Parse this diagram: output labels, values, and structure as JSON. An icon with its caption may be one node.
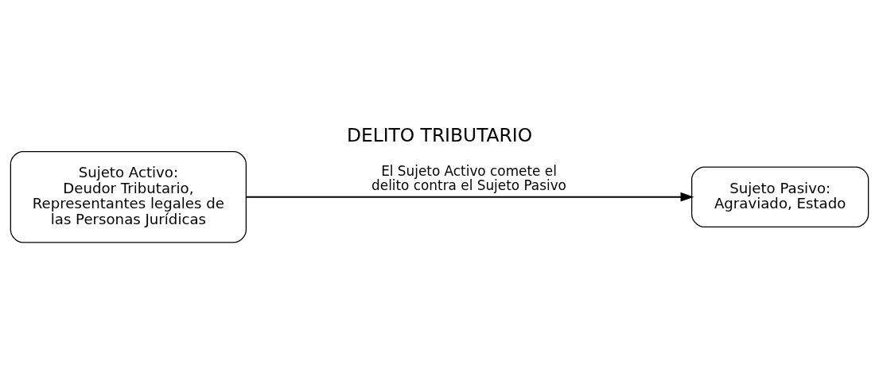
{
  "diagram": {
    "title": "DELITO TRIBUTARIO",
    "nodes": [
      {
        "text": [
          "Sujeto Activo:",
          "Deudor Tributario, Representantes legales de las Personas Jurídicas"
        ]
      },
      {
        "text": [
          "Sujeto Pasivo:",
          "Agraviado, Estado"
        ]
      }
    ],
    "edges": [
      {
        "from": 0,
        "to": 1,
        "arrow": "to",
        "label": "El Sujeto Activo comete el delito contra el Sujeto Pasivo"
      }
    ]
  }
}
